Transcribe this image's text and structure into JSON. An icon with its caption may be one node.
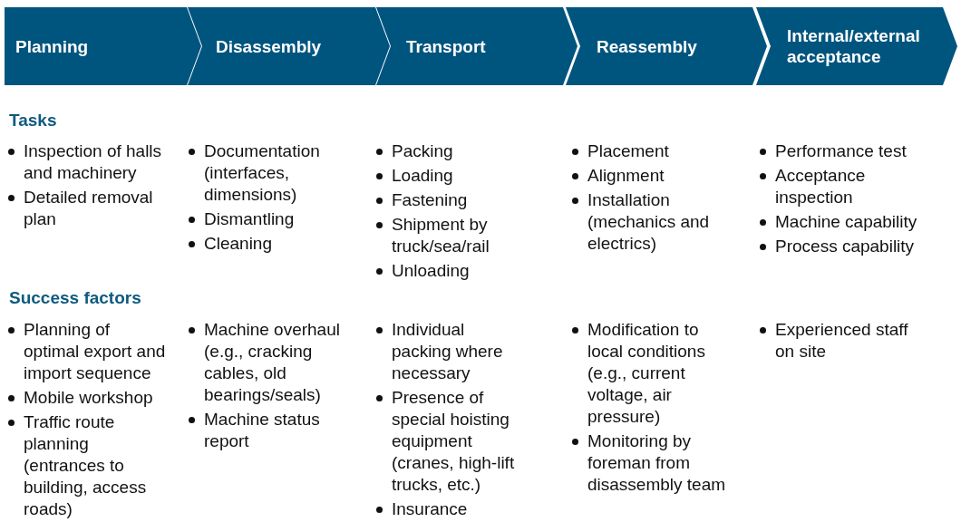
{
  "diagram": {
    "nodes": [
      {
        "text": [
          "Planning"
        ]
      },
      {
        "text": [
          "Disassembly"
        ]
      },
      {
        "text": [
          "Transport"
        ]
      },
      {
        "text": [
          "Reassembly"
        ]
      },
      {
        "text": [
          "Internal/external acceptance"
        ]
      }
    ],
    "labels": [
      "Tasks",
      "Inspection of halls and machinery",
      "Detailed removal plan",
      "Documentation (interfaces, dimensions)",
      "Dismantling",
      "Cleaning",
      "Packing",
      "Loading",
      "Fastening",
      "Shipment by truck/sea/rail",
      "Unloading",
      "Placement",
      "Alignment",
      "Installation (mechanics and electrics)",
      "Performance test",
      "Acceptance inspection",
      "Machine capability",
      "Process capability",
      "Success factors",
      "Planning of optimal export and import sequence",
      "Mobile workshop",
      "Traffic route planning (entrances to building, access roads)",
      "Machine overhaul (e.g., cracking cables, old bearings/seals)",
      "Machine status report",
      "Individual packing where necessary",
      "Presence of special hoisting equipment (cranes, high-lift trucks, etc.)",
      "Insurance",
      "Modification to local conditions (e.g., current voltage, air pressure)",
      "Monitoring by foreman from disassembly team",
      "Experienced staff on site"
    ]
  }
}
